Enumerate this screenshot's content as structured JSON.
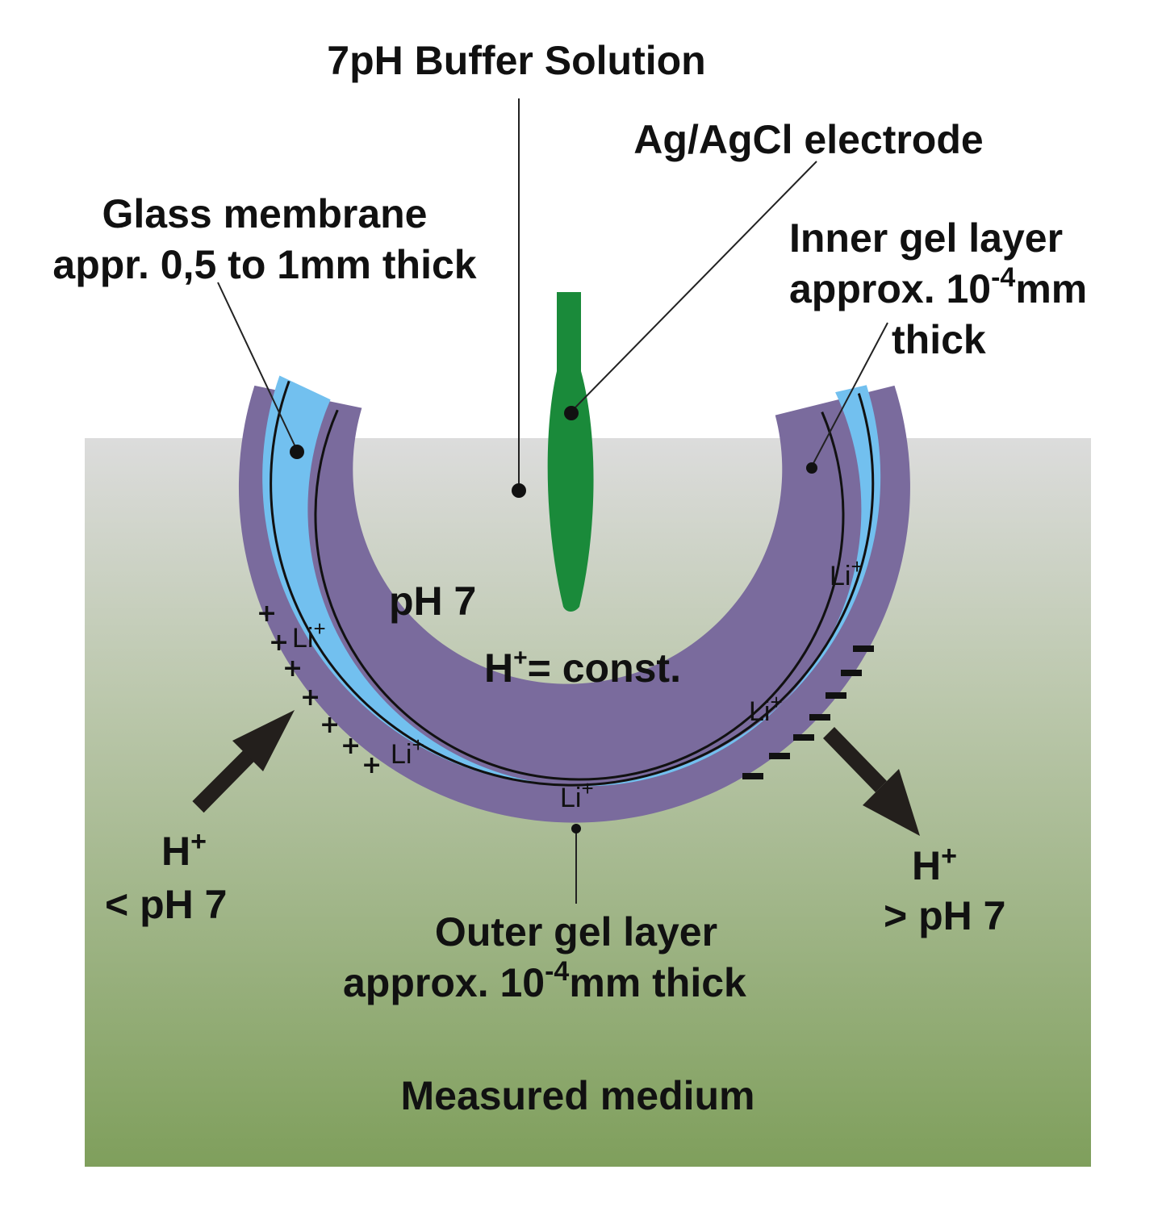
{
  "labels": {
    "buffer_solution": "7pH Buffer Solution",
    "electrode": "Ag/AgCl electrode",
    "glass_membrane_line1": "Glass membrane",
    "glass_membrane_line2": "appr. 0,5 to 1mm thick",
    "inner_gel_line1": "Inner gel layer",
    "inner_gel_line2_pre": "approx. 10",
    "inner_gel_line2_sup": "-4",
    "inner_gel_line2_post": "mm",
    "inner_gel_line3": "thick",
    "ph7": "pH 7",
    "h_const_pre": "H",
    "h_const_sup": "+",
    "h_const_post": "= const.",
    "left_h": "H",
    "left_h_sup": "+",
    "left_ph": "< pH 7",
    "right_h": "H",
    "right_h_sup": "+",
    "right_ph": "> pH 7",
    "outer_gel_line1": "Outer gel layer",
    "outer_gel_line2_pre": "approx. 10",
    "outer_gel_line2_sup": "-4",
    "outer_gel_line2_post": "mm thick",
    "measured_medium": "Measured medium",
    "li_ion": "Li",
    "li_sup": "+",
    "plus_sign": "+",
    "minus_sign": "–"
  },
  "colors": {
    "medium_top": "#dcdcdc",
    "medium_bottom": "#7f9f5c",
    "gel_layer": "#7a6b9d",
    "glass": "#72c0ef",
    "electrode": "#1a8a3a",
    "arrow": "#231f1c"
  }
}
